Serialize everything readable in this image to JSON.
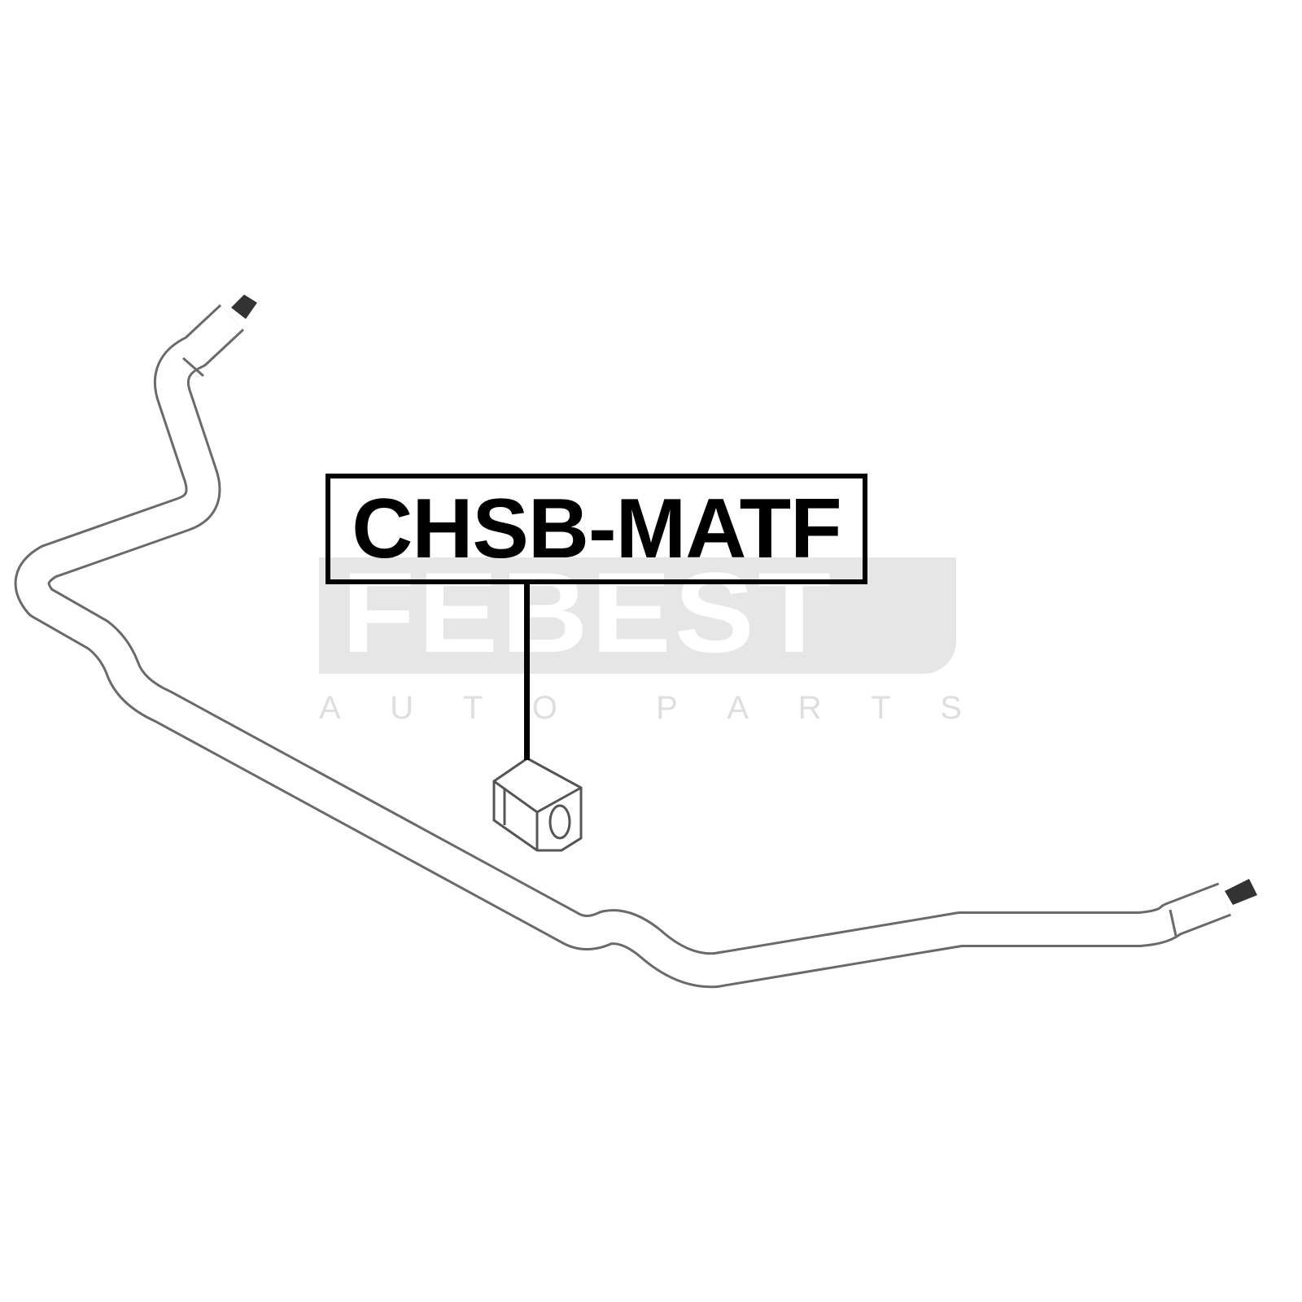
{
  "part_label": "CHSB-MATF",
  "watermark": {
    "brand": "FEBEST",
    "tagline_letters": [
      "A",
      "U",
      "T",
      "O",
      "",
      "P",
      "A",
      "R",
      "T",
      "S"
    ]
  },
  "colors": {
    "outline": "#666666",
    "label": "#000000",
    "watermark": "#e6e6e6"
  }
}
